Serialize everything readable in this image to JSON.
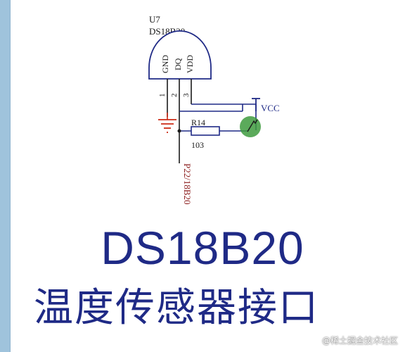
{
  "diagram": {
    "part_ref": "U7",
    "part_name": "DS18B20",
    "pins": [
      {
        "name": "GND",
        "number": "1"
      },
      {
        "name": "DQ",
        "number": "2"
      },
      {
        "name": "VDD",
        "number": "3"
      }
    ],
    "resistor_ref": "R14",
    "resistor_value": "103",
    "power_label": "VCC",
    "net_label": "P22/18B20"
  },
  "title": "DS18B20",
  "subtitle": "温度传感器接口",
  "watermark": "@稀土掘金技术社区",
  "colors": {
    "wire": "#1f2a86",
    "net_label": "#8a1a1a",
    "ground": "#cc2a14",
    "highlight": "#3e9b3e"
  }
}
